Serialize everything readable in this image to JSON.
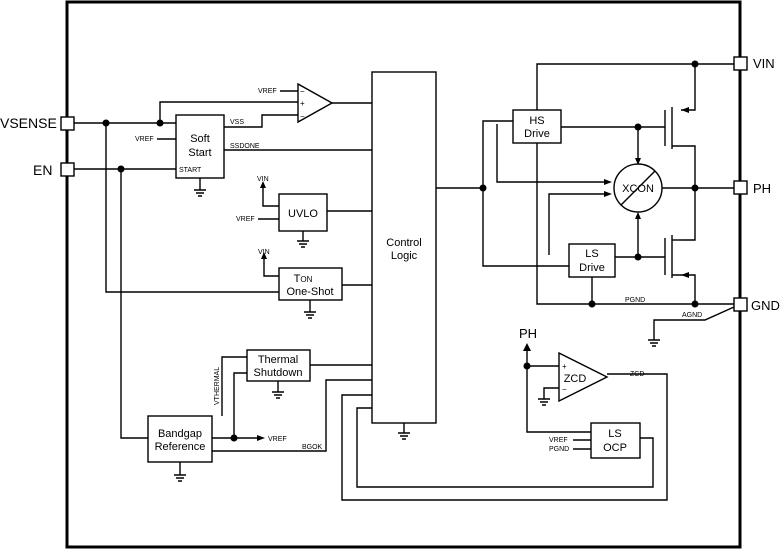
{
  "pins": {
    "vsense": "VSENSE",
    "en": "EN",
    "vin": "VIN",
    "ph": "PH",
    "gnd": "GND"
  },
  "blocks": {
    "soft_start_line1": "Soft",
    "soft_start_line2": "Start",
    "uvlo": "UVLO",
    "ton_line1_main": "T",
    "ton_line1_sub": "ON",
    "ton_line2": "One-Shot",
    "control_line1": "Control",
    "control_line2": "Logic",
    "thermal_line1": "Thermal",
    "thermal_line2": "Shutdown",
    "bandgap_line1": "Bandgap",
    "bandgap_line2": "Reference",
    "hs_line1": "HS",
    "hs_line2": "Drive",
    "ls_line1": "LS",
    "ls_line2": "Drive",
    "xcon": "XCON",
    "zcd": "ZCD",
    "ocp_line1": "LS",
    "ocp_line2": "OCP"
  },
  "signals": {
    "vref_comp": "VREF",
    "vref_soft": "VREF",
    "vss": "VSS",
    "ssdone": "SSDONE",
    "start": "START",
    "vin_uvlo": "VIN",
    "vref_uvlo": "VREF",
    "vin_ton": "VIN",
    "vthermal": "VTHERMAL",
    "vref_out": "VREF",
    "bgok": "BGOK",
    "pgnd": "PGND",
    "agnd": "AGND",
    "ph_internal": "PH",
    "zcd_out": "ZCD",
    "vref_ocp": "VREF",
    "pgnd_ocp": "PGND",
    "comp_minus": "−",
    "comp_plus": "+",
    "zcd_plus": "+",
    "zcd_minus": "−"
  }
}
